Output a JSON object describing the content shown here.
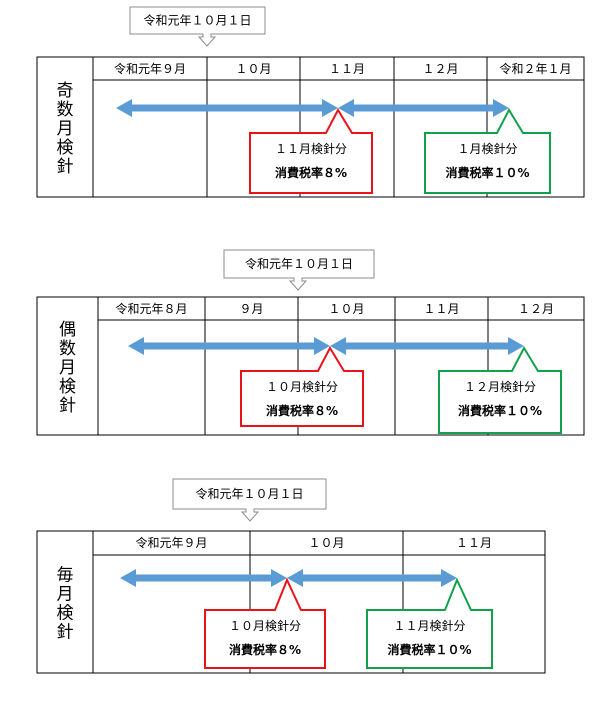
{
  "diagrams": [
    {
      "date_callout": "令和元年１０月１日",
      "row_label": [
        "奇",
        "数",
        "月",
        "検",
        "針"
      ],
      "months": [
        "令和元年９月",
        "１０月",
        "１１月",
        "１２月",
        "令和２年１月"
      ],
      "boxes": [
        {
          "title": "１１月検針分",
          "rate": "消費税率８%",
          "color": "#e8141a"
        },
        {
          "title": "１月検針分",
          "rate": "消費税率１０%",
          "color": "#10a24b"
        }
      ]
    },
    {
      "date_callout": "令和元年１０月１日",
      "row_label": [
        "偶",
        "数",
        "月",
        "検",
        "針"
      ],
      "months": [
        "令和元年８月",
        "９月",
        "１０月",
        "１１月",
        "１２月"
      ],
      "boxes": [
        {
          "title": "１０月検針分",
          "rate": "消費税率８%",
          "color": "#e8141a"
        },
        {
          "title": "１２月検針分",
          "rate": "消費税率１０%",
          "color": "#10a24b"
        }
      ]
    },
    {
      "date_callout": "令和元年１０月１日",
      "row_label": [
        "毎",
        "月",
        "検",
        "針"
      ],
      "months": [
        "令和元年９月",
        "１０月",
        "１１月"
      ],
      "boxes": [
        {
          "title": "１０月検針分",
          "rate": "消費税率８%",
          "color": "#e8141a"
        },
        {
          "title": "１１月検針分",
          "rate": "消費税率１０%",
          "color": "#10a24b"
        }
      ]
    }
  ],
  "arrow_color": "#5b9bd5"
}
